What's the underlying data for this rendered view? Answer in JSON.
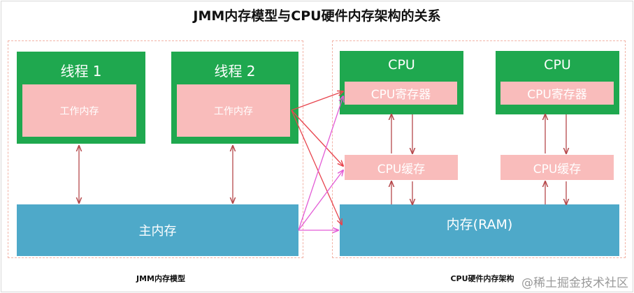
{
  "title": "JMM内存模型与CPU硬件内存架构的关系",
  "jmm": {
    "caption": "JMM内存模型",
    "threads": [
      {
        "label": "线程 1",
        "work_mem": "工作内存"
      },
      {
        "label": "线程 2",
        "work_mem": "工作内存"
      }
    ],
    "main_mem": "主内存"
  },
  "cpu_arch": {
    "caption": "CPU硬件内存架构",
    "cpus": [
      {
        "label": "CPU",
        "register": "CPU寄存器",
        "cache": "CPU缓存"
      },
      {
        "label": "CPU",
        "register": "CPU寄存器",
        "cache": "CPU缓存"
      }
    ],
    "ram": "内存(RAM)"
  },
  "watermark": "@稀土掘金技术社区",
  "colors": {
    "green": "#1fa84f",
    "pink": "#f9bcbb",
    "blue": "#4ea9c9",
    "arrow_dark": "#b5474a",
    "arrow_red": "#e8454e",
    "arrow_magenta": "#e35bd6"
  }
}
